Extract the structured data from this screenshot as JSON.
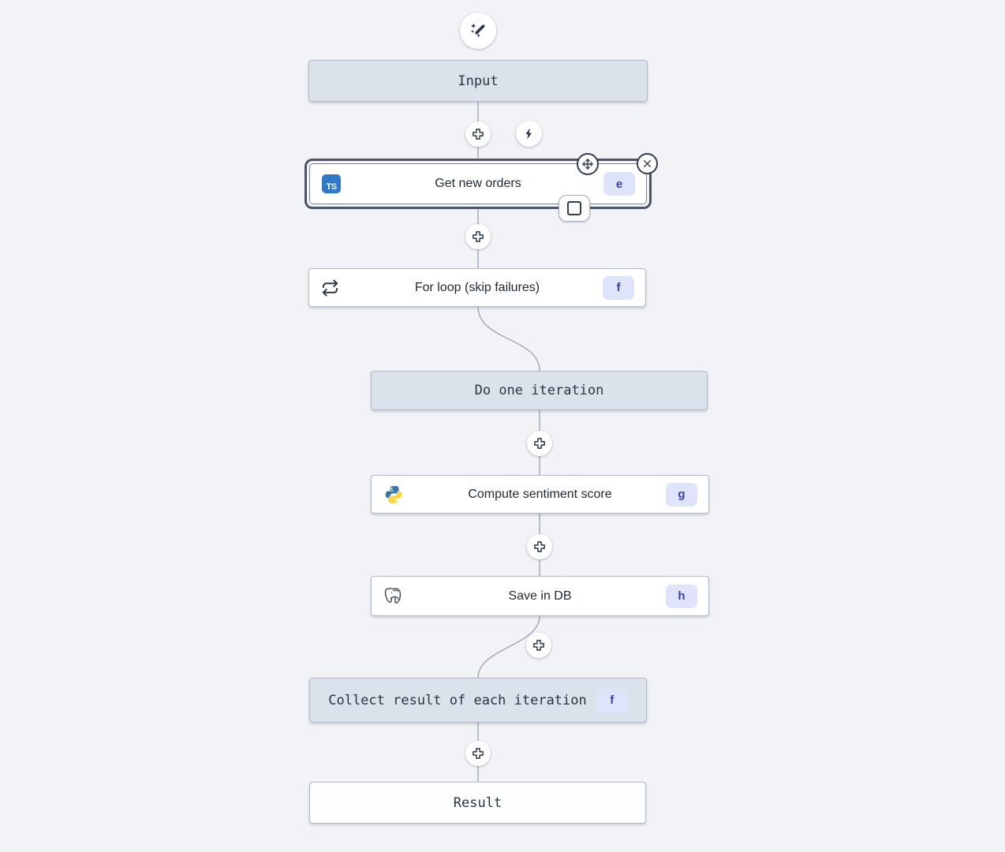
{
  "flow": {
    "ai_builder": {
      "icon": "magic-wand-icon"
    },
    "nodes": [
      {
        "id": "input",
        "label": "Input",
        "kind": "virtual"
      },
      {
        "id": "get-new-orders",
        "label": "Get new orders",
        "badge": "e",
        "icon": "typescript-icon",
        "icon_text": "TS",
        "selected": true
      },
      {
        "id": "for-loop",
        "label": "For loop (skip failures)",
        "badge": "f",
        "icon": "repeat-icon"
      },
      {
        "id": "do-one-iteration",
        "label": "Do one iteration",
        "kind": "virtual"
      },
      {
        "id": "compute-sentiment-score",
        "label": "Compute sentiment score",
        "badge": "g",
        "icon": "python-icon"
      },
      {
        "id": "save-in-db",
        "label": "Save in DB",
        "badge": "h",
        "icon": "postgresql-icon"
      },
      {
        "id": "collect-result",
        "label": "Collect result of each iteration",
        "badge": "f",
        "kind": "virtual"
      },
      {
        "id": "result",
        "label": "Result",
        "kind": "virtual"
      }
    ],
    "colors": {
      "canvas_bg": "#f1f3f6",
      "virtual_node_bg": "#dce2eb",
      "node_border": "#b3bac5",
      "selected_ring": "#4b5563",
      "badge_bg": "#e0e4fb",
      "badge_text": "#3d3db2",
      "edge": "#9aa1ad",
      "typescript_blue": "#3178c6"
    }
  }
}
